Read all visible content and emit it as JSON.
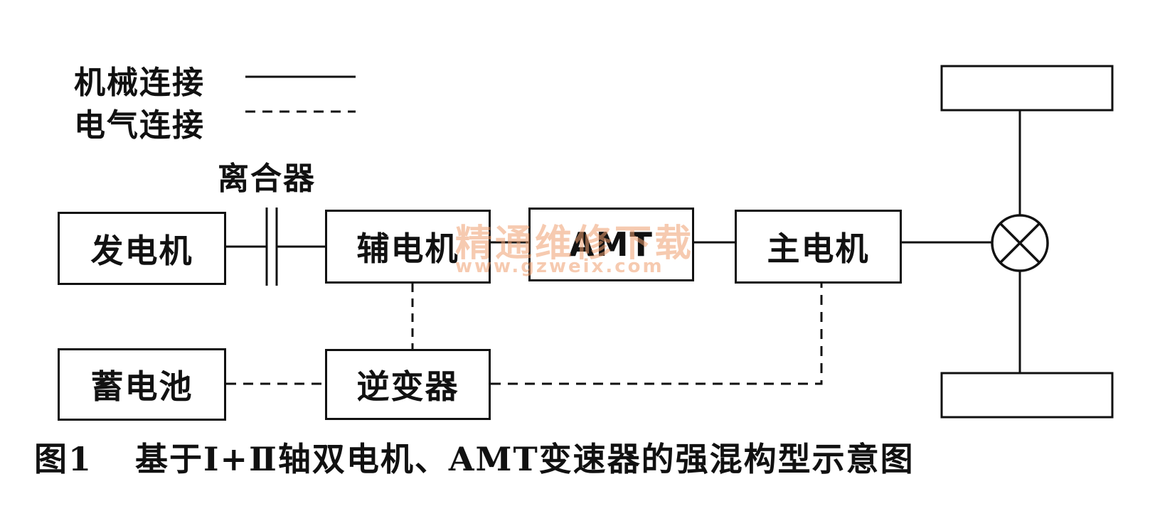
{
  "legend": {
    "mechanical_label": "机械连接",
    "electrical_label": "电气连接"
  },
  "clutch_label": "离合器",
  "blocks": {
    "generator": "发电机",
    "aux_motor": "辅电机",
    "amt": "AMT",
    "main_motor": "主电机",
    "battery": "蓄电池",
    "inverter": "逆变器"
  },
  "caption": {
    "figure_number": "图1",
    "text": "基于Ⅰ+Ⅱ轴双电机、AMT变速器的强混构型示意图"
  },
  "watermark": {
    "site_name": "精通维修下载",
    "url": "www.gzweix.com"
  }
}
